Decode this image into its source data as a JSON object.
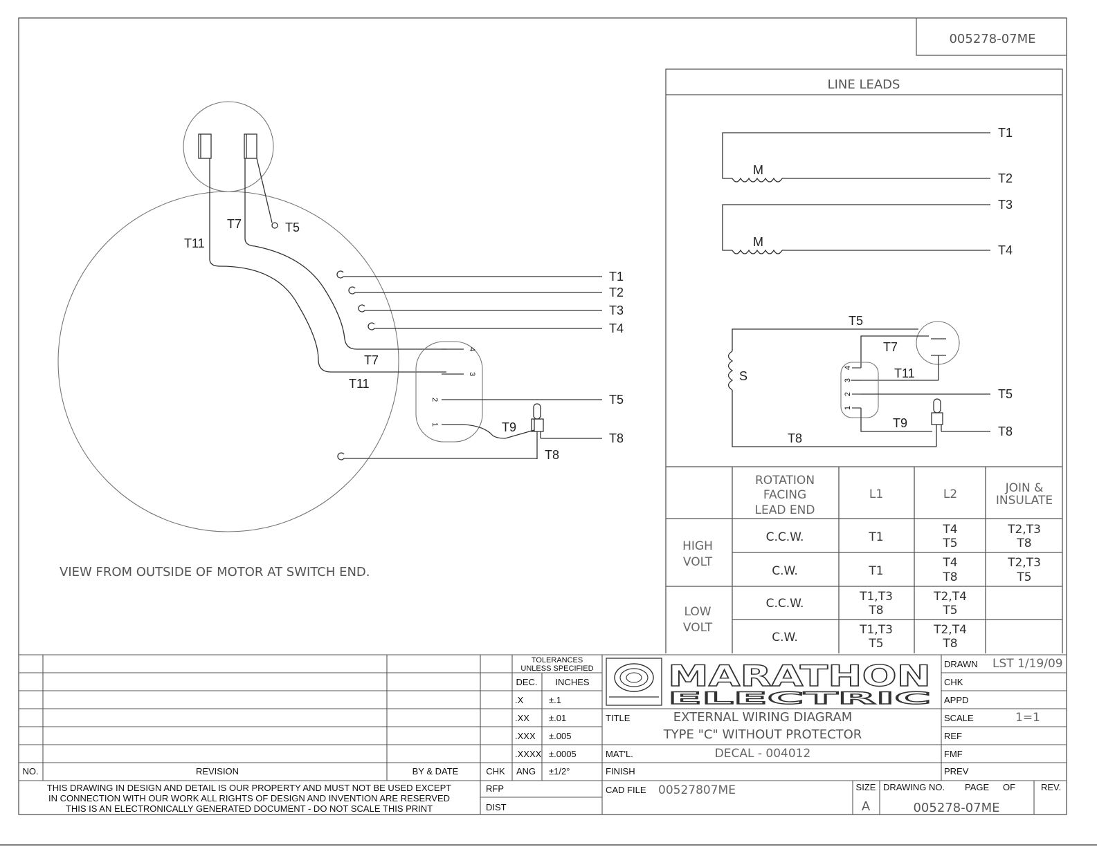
{
  "drawing_number_top": "005278-07ME",
  "left_view": {
    "caption": "VIEW FROM OUTSIDE OF MOTOR AT SWITCH END.",
    "labels": {
      "t11_a": "T11",
      "t7_a": "T7",
      "t5_a": "T5",
      "t1": "T1",
      "t2": "T2",
      "t3": "T3",
      "t4": "T4",
      "t7_b": "T7",
      "t11_b": "T11",
      "t5_b": "T5",
      "t9": "T9",
      "t8_a": "T8",
      "t8_b": "T8"
    },
    "terminals": [
      "4",
      "3",
      "2",
      "1"
    ]
  },
  "line_leads": {
    "title": "LINE LEADS",
    "labels": {
      "t1": "T1",
      "t2": "T2",
      "t3": "T3",
      "t4": "T4",
      "m1": "M",
      "m2": "M",
      "t5_top": "T5",
      "t7": "T7",
      "t11": "T11",
      "s": "S",
      "t5": "T5",
      "t9": "T9",
      "t8_a": "T8",
      "t8_b": "T8"
    },
    "terminals": [
      "4",
      "3",
      "2",
      "1"
    ]
  },
  "connection_table": {
    "headers": [
      "ROTATION",
      "FACING",
      "LEAD END",
      "L1",
      "L2",
      "JOIN &",
      "INSULATE"
    ],
    "groups": [
      {
        "name1": "HIGH",
        "name2": "VOLT"
      },
      {
        "name1": "LOW",
        "name2": "VOLT"
      }
    ],
    "rows": [
      {
        "rotation": "C.C.W.",
        "l1a": "T1",
        "l1b": "",
        "l2a": "T4",
        "l2b": "T5",
        "ja": "T2,T3",
        "jb": "T8"
      },
      {
        "rotation": "C.W.",
        "l1a": "T1",
        "l1b": "",
        "l2a": "T4",
        "l2b": "T8",
        "ja": "T2,T3",
        "jb": "T5"
      },
      {
        "rotation": "C.C.W.",
        "l1a": "T1,T3",
        "l1b": "T8",
        "l2a": "T2,T4",
        "l2b": "T5",
        "ja": "",
        "jb": ""
      },
      {
        "rotation": "C.W.",
        "l1a": "T1,T3",
        "l1b": "T5",
        "l2a": "T2,T4",
        "l2b": "T8",
        "ja": "",
        "jb": ""
      }
    ]
  },
  "title_block": {
    "no": "NO.",
    "revision": "REVISION",
    "by_date": "BY & DATE",
    "chk": "CHK",
    "rfp": "RFP",
    "dist": "DIST",
    "notice": [
      "THIS DRAWING IN DESIGN AND DETAIL IS OUR PROPERTY AND MUST NOT BE USED EXCEPT",
      "IN CONNECTION WITH OUR WORK ALL RIGHTS OF DESIGN AND INVENTION ARE RESERVED",
      "THIS IS AN ELECTRONICALLY GENERATED DOCUMENT - DO NOT SCALE THIS PRINT"
    ],
    "tolerances": {
      "title1": "TOLERANCES",
      "title2": "UNLESS SPECIFIED",
      "dec": "DEC.",
      "inches": "INCHES",
      "rows": [
        {
          "k": ".X",
          "v": "±.1"
        },
        {
          "k": ".XX",
          "v": "±.01"
        },
        {
          "k": ".XXX",
          "v": "±.005"
        },
        {
          "k": ".XXXX",
          "v": "±.0005"
        },
        {
          "k": "ANG",
          "v": "±1/2°"
        }
      ]
    },
    "logo_top": "MARATHON",
    "logo_bottom": "ELECTRIC",
    "title_label": "TITLE",
    "title_line1": "EXTERNAL WIRING DIAGRAM",
    "title_line2": "TYPE \"C\" WITHOUT PROTECTOR",
    "matl_label": "MAT'L.",
    "matl": "DECAL - 004012",
    "finish_label": "FINISH",
    "cad_label": "CAD FILE",
    "cad_file": "00527807ME",
    "drawn_label": "DRAWN",
    "drawn": "LST 1/19/09",
    "chk_label": "CHK",
    "appd_label": "APPD",
    "scale_label": "SCALE",
    "scale": "1=1",
    "ref_label": "REF",
    "fmf_label": "FMF",
    "prev_label": "PREV",
    "size_label": "SIZE",
    "size": "A",
    "drawing_no_label": "DRAWING NO.",
    "page_label": "PAGE",
    "of_label": "OF",
    "rev_label": "REV.",
    "drawing_no": "005278-07ME"
  }
}
